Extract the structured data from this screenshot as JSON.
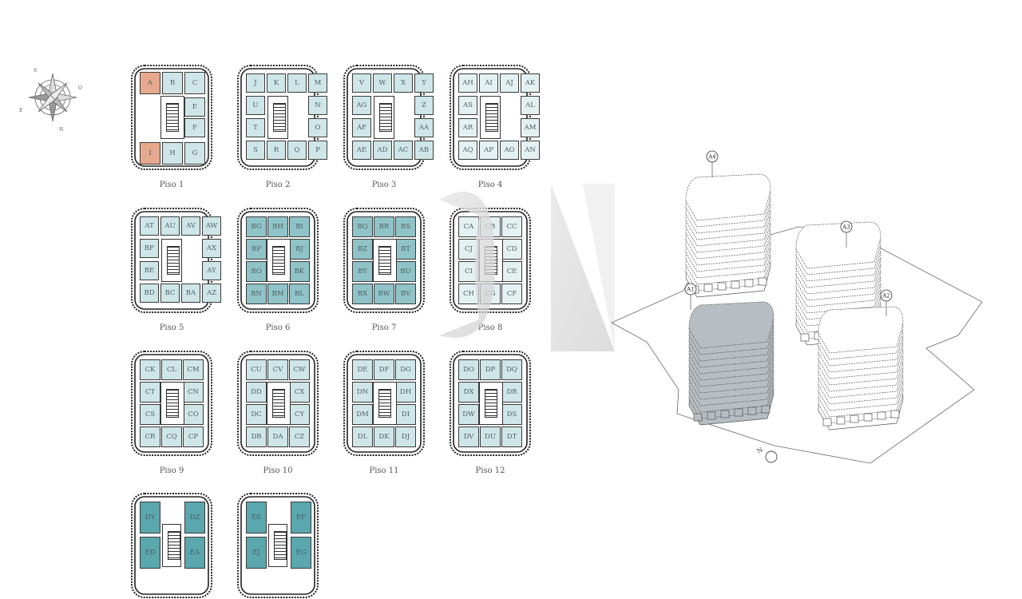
{
  "compass": {
    "labels": [
      "S",
      "O",
      "E",
      "N"
    ]
  },
  "colors": {
    "unit_fill": "#cfe6e8",
    "unit_fill_dark": "#8fc3c7",
    "unit_fill_deep": "#5aa7ad",
    "unit_selected": "#e7a98e",
    "unit_muted": "#e4f1f2",
    "outline": "#222222",
    "label": "#4e5f63",
    "building_selected": "#b7bec3"
  },
  "floors": [
    {
      "label": "Piso 1",
      "units": [
        "A",
        "B",
        "C",
        "E",
        "F",
        "I",
        "H",
        "G"
      ],
      "selected": [
        "A",
        "I"
      ]
    },
    {
      "label": "Piso 2",
      "units": [
        "J",
        "K",
        "L",
        "M",
        "U",
        "N",
        "T",
        "O",
        "S",
        "R",
        "Q",
        "P"
      ]
    },
    {
      "label": "Piso 3",
      "units": [
        "V",
        "W",
        "X",
        "Y",
        "AG",
        "Z",
        "AF",
        "AA",
        "AE",
        "AD",
        "AC",
        "AB"
      ]
    },
    {
      "label": "Piso 4",
      "units": [
        "AH",
        "AI",
        "AJ",
        "AK",
        "AS",
        "AL",
        "AR",
        "AM",
        "AQ",
        "AP",
        "AO",
        "AN"
      ]
    },
    {
      "label": "Piso 5",
      "units": [
        "AT",
        "AU",
        "AV",
        "AW",
        "BF",
        "AX",
        "BE",
        "AY",
        "BD",
        "BC",
        "BA",
        "AZ"
      ]
    },
    {
      "label": "Piso 6",
      "units": [
        "BG",
        "BH",
        "BI",
        "BP",
        "BJ",
        "BO",
        "BK",
        "BN",
        "BM",
        "BL"
      ]
    },
    {
      "label": "Piso 7",
      "units": [
        "BQ",
        "BR",
        "BS",
        "BZ",
        "BT",
        "BY",
        "BU",
        "BX",
        "BW",
        "BV"
      ]
    },
    {
      "label": "Piso 8",
      "units": [
        "CA",
        "CB",
        "CC",
        "CJ",
        "CD",
        "CI",
        "CE",
        "CH",
        "CG",
        "CF"
      ]
    },
    {
      "label": "Piso 9",
      "units": [
        "CK",
        "CL",
        "CM",
        "CT",
        "CN",
        "CS",
        "CO",
        "CR",
        "CQ",
        "CP"
      ]
    },
    {
      "label": "Piso 10",
      "units": [
        "CU",
        "CV",
        "CW",
        "DD",
        "CX",
        "DC",
        "CY",
        "DB",
        "DA",
        "CZ"
      ]
    },
    {
      "label": "Piso 11",
      "units": [
        "DE",
        "DF",
        "DG",
        "DN",
        "DH",
        "DM",
        "DI",
        "DL",
        "DK",
        "DJ"
      ]
    },
    {
      "label": "Piso 12",
      "units": [
        "DO",
        "DP",
        "DQ",
        "DX",
        "DR",
        "DW",
        "DS",
        "DV",
        "DU",
        "DT"
      ]
    },
    {
      "label": "",
      "units": [
        "DY",
        "DZ",
        "ED",
        "EA"
      ]
    },
    {
      "label": "",
      "units": [
        "EE",
        "EF",
        "EJ",
        "EG"
      ]
    }
  ],
  "buildings": [
    {
      "id": "A4",
      "selected": false
    },
    {
      "id": "A3",
      "selected": false
    },
    {
      "id": "A1",
      "selected": true
    },
    {
      "id": "A2",
      "selected": false
    }
  ],
  "north_marker": "N"
}
